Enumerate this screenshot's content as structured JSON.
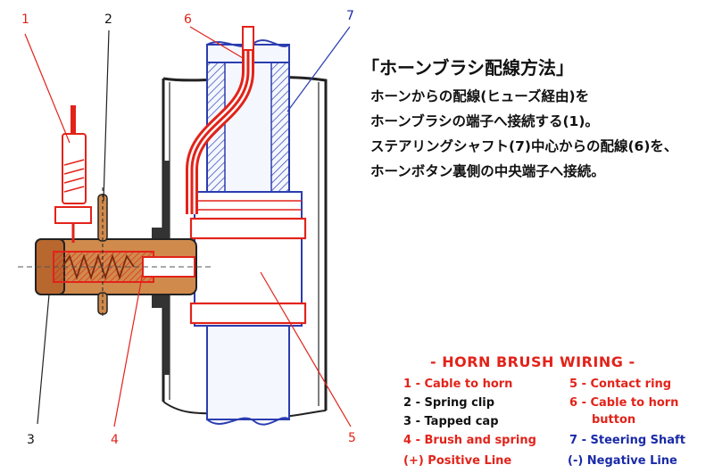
{
  "colors": {
    "red": "#e2231a",
    "blue": "#2b3db0",
    "black": "#111111",
    "copper": "#c8743a"
  },
  "callouts": {
    "c1": "1",
    "c2": "2",
    "c3": "3",
    "c4": "4",
    "c5": "5",
    "c6": "6",
    "c7": "7"
  },
  "japanese": {
    "title": "「ホーンブラシ配線方法」",
    "lines": [
      "ホーンからの配線(ヒューズ経由)を",
      "ホーンブラシの端子へ接続する(1)。",
      "ステアリングシャフト(7)中心からの配線(6)を、",
      "ホーンボタン裏側の中央端子へ接続。"
    ]
  },
  "legend": {
    "title": "- HORN BRUSH WIRING -",
    "items": {
      "i1": "1 - Cable to horn",
      "i2": "2 - Spring clip",
      "i3": "3 - Tapped cap",
      "i4": "4 - Brush and spring",
      "i5": "5 - Contact ring",
      "i6a": "6 - Cable to horn",
      "i6b": "button",
      "i7": "7 - Steering Shaft"
    },
    "positive": "(+) Positive Line",
    "negative": "(-) Negative Line"
  }
}
